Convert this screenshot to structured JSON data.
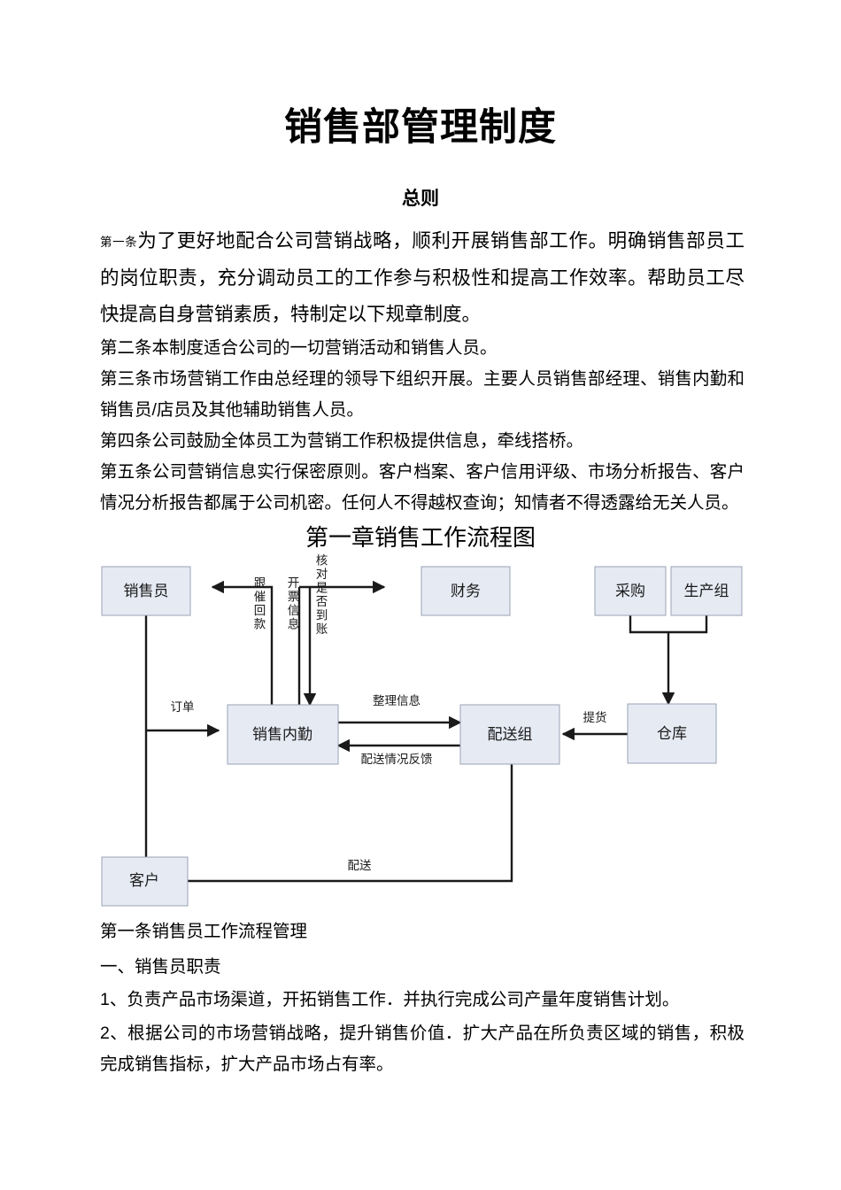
{
  "document": {
    "title": "销售部管理制度",
    "subtitle": "总则",
    "chapter_title": "第一章销售工作流程图",
    "paragraphs": [
      {
        "id": "article-1",
        "tag": "第一条",
        "text": "为了更好地配合公司营销战略，顺利开展销售部工作。明确销售部员工的岗位职责，充分调动员工的工作参与积极性和提高工作效率。帮助员工尽快提高自身营销素质，特制定以下规章制度。"
      },
      {
        "id": "article-2",
        "text": "第二条本制度适合公司的一切营销活动和销售人员。"
      },
      {
        "id": "article-3",
        "text": "第三条市场营销工作由总经理的领导下组织开展。主要人员销售部经理、销售内勤和销售员/店员及其他辅助销售人员。"
      },
      {
        "id": "article-4",
        "text": "第四条公司鼓励全体员工为营销工作积极提供信息，牵线搭桥。"
      },
      {
        "id": "article-5",
        "text": "第五条公司营销信息实行保密原则。客户档案、客户信用评级、市场分析报告、客户情况分析报告都属于公司机密。任何人不得越权查询；知情者不得透露给无关人员。"
      }
    ],
    "after_chart_paragraphs": [
      {
        "id": "section-article-1",
        "text": "第一条销售员工作流程管理"
      },
      {
        "id": "section-duty-heading",
        "text": "一、销售员职责"
      },
      {
        "id": "duty-1",
        "text": "1、负责产品市场渠道，开拓销售工作．并执行完成公司产量年度销售计划。"
      },
      {
        "id": "duty-2",
        "text": "2、根据公司的市场营销战略，提升销售价值．扩大产品在所负责区域的销售，积极完成销售指标，扩大产品市场占有率。"
      }
    ]
  },
  "flowchart": {
    "type": "diagram",
    "node_fill": "#e6eaf3",
    "node_stroke": "#9aa3b5",
    "connector_color": "#1a1a1a",
    "nodes": [
      {
        "id": "salesperson",
        "label": "销售员"
      },
      {
        "id": "finance",
        "label": "财务"
      },
      {
        "id": "purchasing",
        "label": "采购"
      },
      {
        "id": "production",
        "label": "生产组"
      },
      {
        "id": "inside-sales",
        "label": "销售内勤"
      },
      {
        "id": "delivery",
        "label": "配送组"
      },
      {
        "id": "warehouse",
        "label": "仓库"
      },
      {
        "id": "customer",
        "label": "客户"
      }
    ],
    "edges": [
      {
        "id": "e-order",
        "label": "订单",
        "from": "salesperson",
        "to": "inside-sales"
      },
      {
        "id": "e-chase-payment",
        "label": "跟催回款",
        "from": "inside-sales",
        "to": "salesperson",
        "orientation": "vertical"
      },
      {
        "id": "e-invoice-info",
        "label": "开票信息",
        "from": "inside-sales",
        "to": "finance",
        "orientation": "vertical"
      },
      {
        "id": "e-check-received",
        "label": "核对是否到账",
        "from": "finance",
        "to": "inside-sales",
        "orientation": "vertical"
      },
      {
        "id": "e-organize-info",
        "label": "整理信息",
        "from": "inside-sales",
        "to": "delivery"
      },
      {
        "id": "e-delivery-feedback",
        "label": "配送情况反馈",
        "from": "delivery",
        "to": "inside-sales"
      },
      {
        "id": "e-pickup",
        "label": "提货",
        "from": "warehouse",
        "to": "delivery"
      },
      {
        "id": "e-deliver",
        "label": "配送",
        "from": "delivery",
        "to": "customer"
      },
      {
        "id": "e-purchase-stock",
        "label": "",
        "from": "purchasing",
        "to": "warehouse"
      },
      {
        "id": "e-production-stock",
        "label": "",
        "from": "production",
        "to": "warehouse"
      },
      {
        "id": "e-salesperson-customer",
        "label": "",
        "from": "salesperson",
        "to": "customer"
      }
    ]
  }
}
